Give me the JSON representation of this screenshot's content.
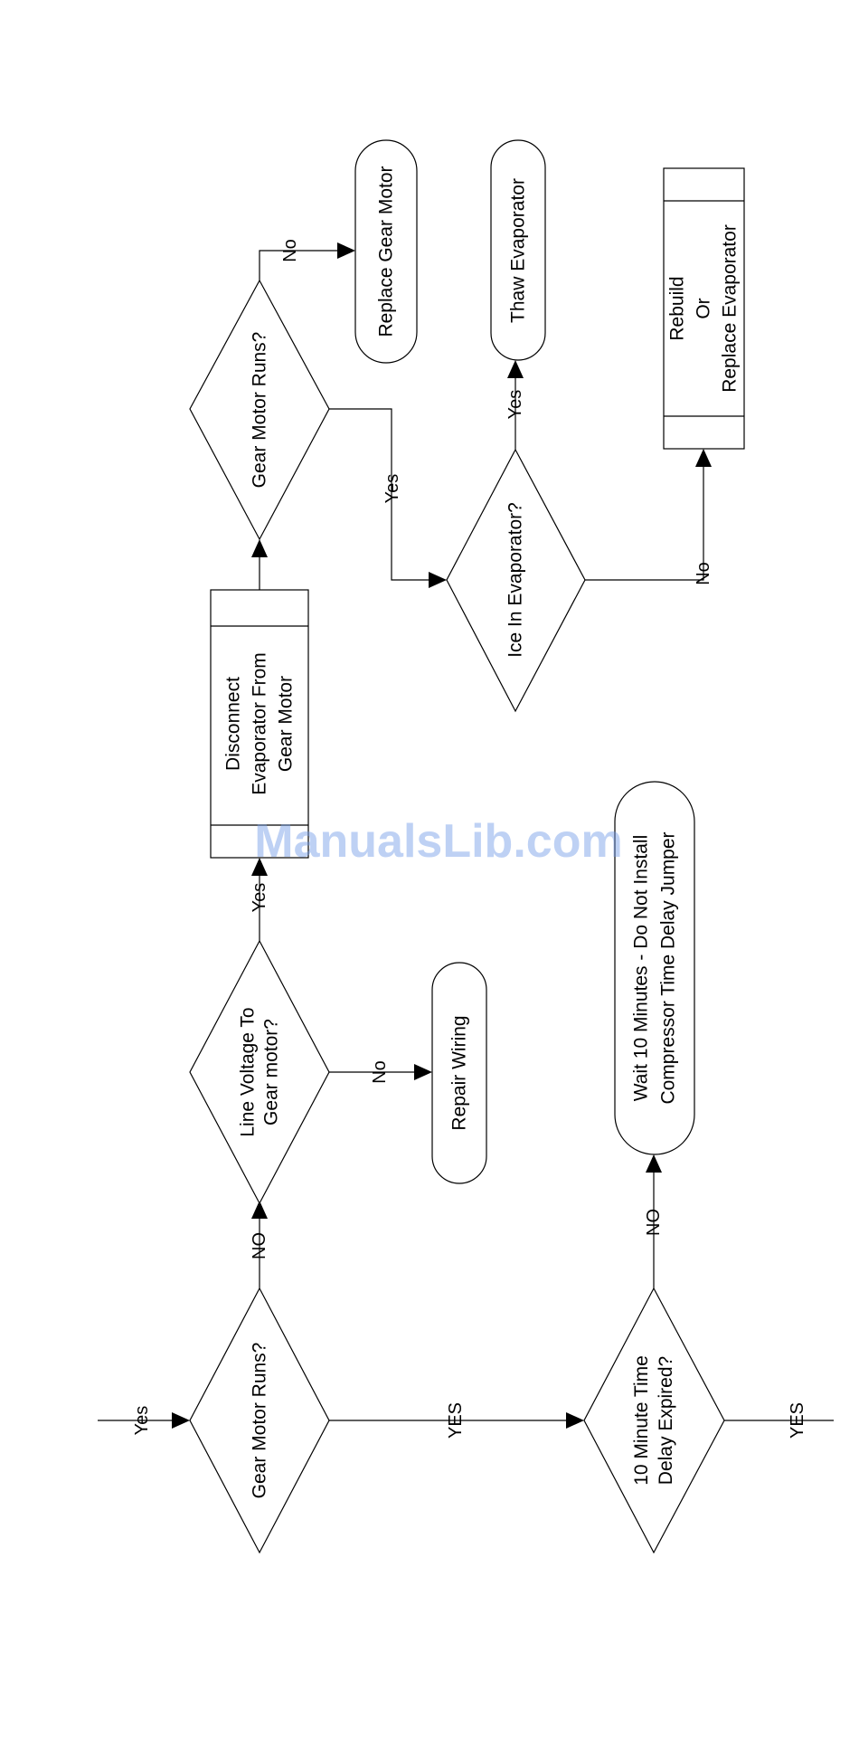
{
  "nodes": {
    "gear_motor_runs_1": {
      "lines": [
        "Gear Motor Runs?"
      ]
    },
    "line_voltage": {
      "lines": [
        "Line Voltage To",
        "Gear motor?"
      ]
    },
    "repair_wiring": {
      "lines": [
        "Repair Wiring"
      ]
    },
    "disconnect": {
      "lines": [
        "Disconnect",
        "Evaporator From",
        "Gear Motor"
      ]
    },
    "gear_motor_runs_2": {
      "lines": [
        "Gear Motor Runs?"
      ]
    },
    "replace_gear_motor": {
      "lines": [
        "Replace Gear Motor"
      ]
    },
    "ice_in_evaporator": {
      "lines": [
        "Ice In Evaporator?"
      ]
    },
    "thaw_evaporator": {
      "lines": [
        "Thaw Evaporator"
      ]
    },
    "rebuild": {
      "lines": [
        "Rebuild",
        "Or",
        "Replace Evaporator"
      ]
    },
    "time_delay": {
      "lines": [
        "10 Minute Time",
        "Delay Expired?"
      ]
    },
    "wait": {
      "lines": [
        "Wait 10 Minutes - Do Not Install",
        "Compressor Time Delay Jumper"
      ]
    }
  },
  "edge_labels": {
    "entry": "Yes",
    "gm1_no": "NO",
    "gm1_yes": "YES",
    "lv_no": "No",
    "lv_yes": "Yes",
    "gm2_no": "No",
    "gm2_yes": "Yes",
    "ice_yes": "Yes",
    "ice_no": "No",
    "td_no": "NO",
    "td_yes": "YES"
  },
  "watermark": "ManualsLib.com",
  "colors": {
    "stroke": "#000000",
    "watermark": "#6f98e6"
  }
}
